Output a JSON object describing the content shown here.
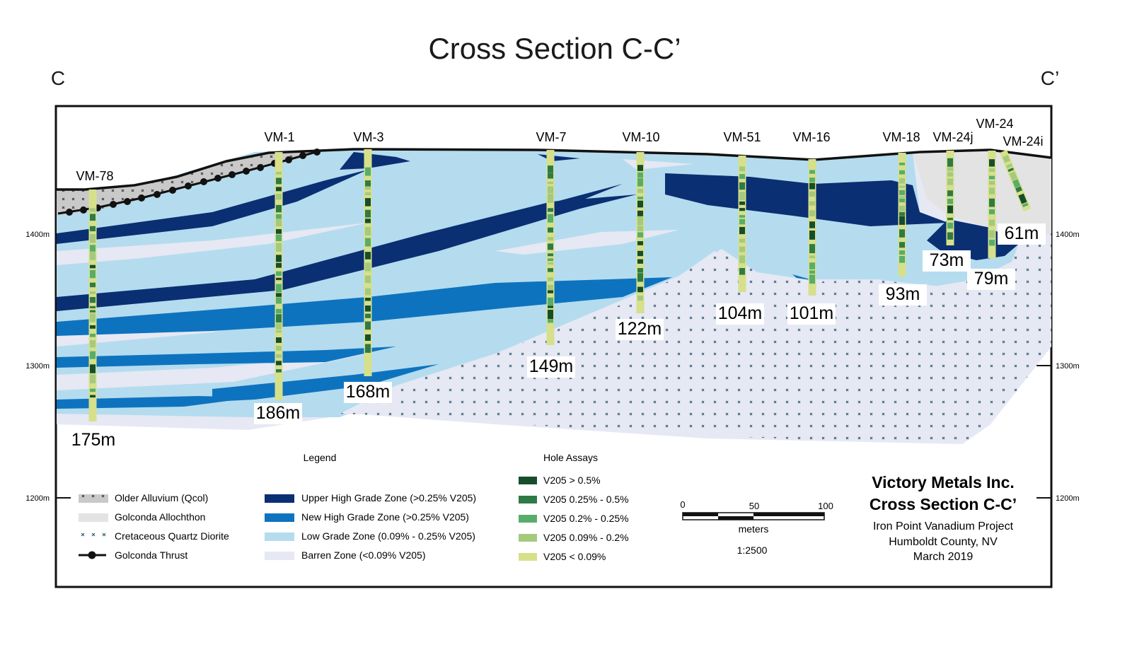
{
  "title": "Cross Section C-C’",
  "section_ends": {
    "left": "C",
    "right": "C’"
  },
  "elevation_labels": [
    "1400m",
    "1300m",
    "1200m"
  ],
  "holes": [
    {
      "name": "VM-78",
      "depth": "175m"
    },
    {
      "name": "VM-1",
      "depth": "186m"
    },
    {
      "name": "VM-3",
      "depth": "168m"
    },
    {
      "name": "VM-7",
      "depth": "149m"
    },
    {
      "name": "VM-10",
      "depth": "122m"
    },
    {
      "name": "VM-51",
      "depth": "104m"
    },
    {
      "name": "VM-16",
      "depth": "101m"
    },
    {
      "name": "VM-18",
      "depth": "93m"
    },
    {
      "name": "VM-24j",
      "depth": "73m"
    },
    {
      "name": "VM-24",
      "depth": "79m"
    },
    {
      "name": "VM-24i",
      "depth": "61m"
    }
  ],
  "legend": {
    "title": "Legend",
    "geology": [
      {
        "label": "Older Alluvium (Qcol)",
        "icon": "alluvium-swatch"
      },
      {
        "label": "Golconda Allochthon",
        "icon": "allochthon-swatch"
      },
      {
        "label": "Cretaceous Quartz Diorite",
        "icon": "diorite-pattern"
      },
      {
        "label": "Golconda Thrust",
        "icon": "thrust-line"
      }
    ],
    "zones": [
      {
        "label": "Upper High Grade Zone (>0.25% V205)",
        "color": "#0b2f73"
      },
      {
        "label": "New High Grade Zone (>0.25% V205)",
        "color": "#0e73bf"
      },
      {
        "label": "Low Grade Zone (0.09% - 0.25% V205)",
        "color": "#b4dcee"
      },
      {
        "label": "Barren Zone (<0.09% V205)",
        "color": "#e6e8f4"
      }
    ]
  },
  "hole_assays": {
    "title": "Hole Assays",
    "items": [
      {
        "label": "V205 > 0.5%",
        "color": "#164d2c"
      },
      {
        "label": "V205 0.25% - 0.5%",
        "color": "#2f7a45"
      },
      {
        "label": "V205 0.2% - 0.25%",
        "color": "#58ad6b"
      },
      {
        "label": "V205 0.09% - 0.2%",
        "color": "#a5c97d"
      },
      {
        "label": "V205 < 0.09%",
        "color": "#d6e08a"
      }
    ]
  },
  "scale_bar": {
    "ticks": [
      "0",
      "50",
      "100"
    ],
    "unit": "meters",
    "ratio": "1:2500"
  },
  "title_block": {
    "company": "Victory Metals Inc.",
    "section": "Cross Section C-C’",
    "project": "Iron Point Vanadium Project",
    "location": "Humboldt County, NV",
    "date": "March 2019"
  }
}
